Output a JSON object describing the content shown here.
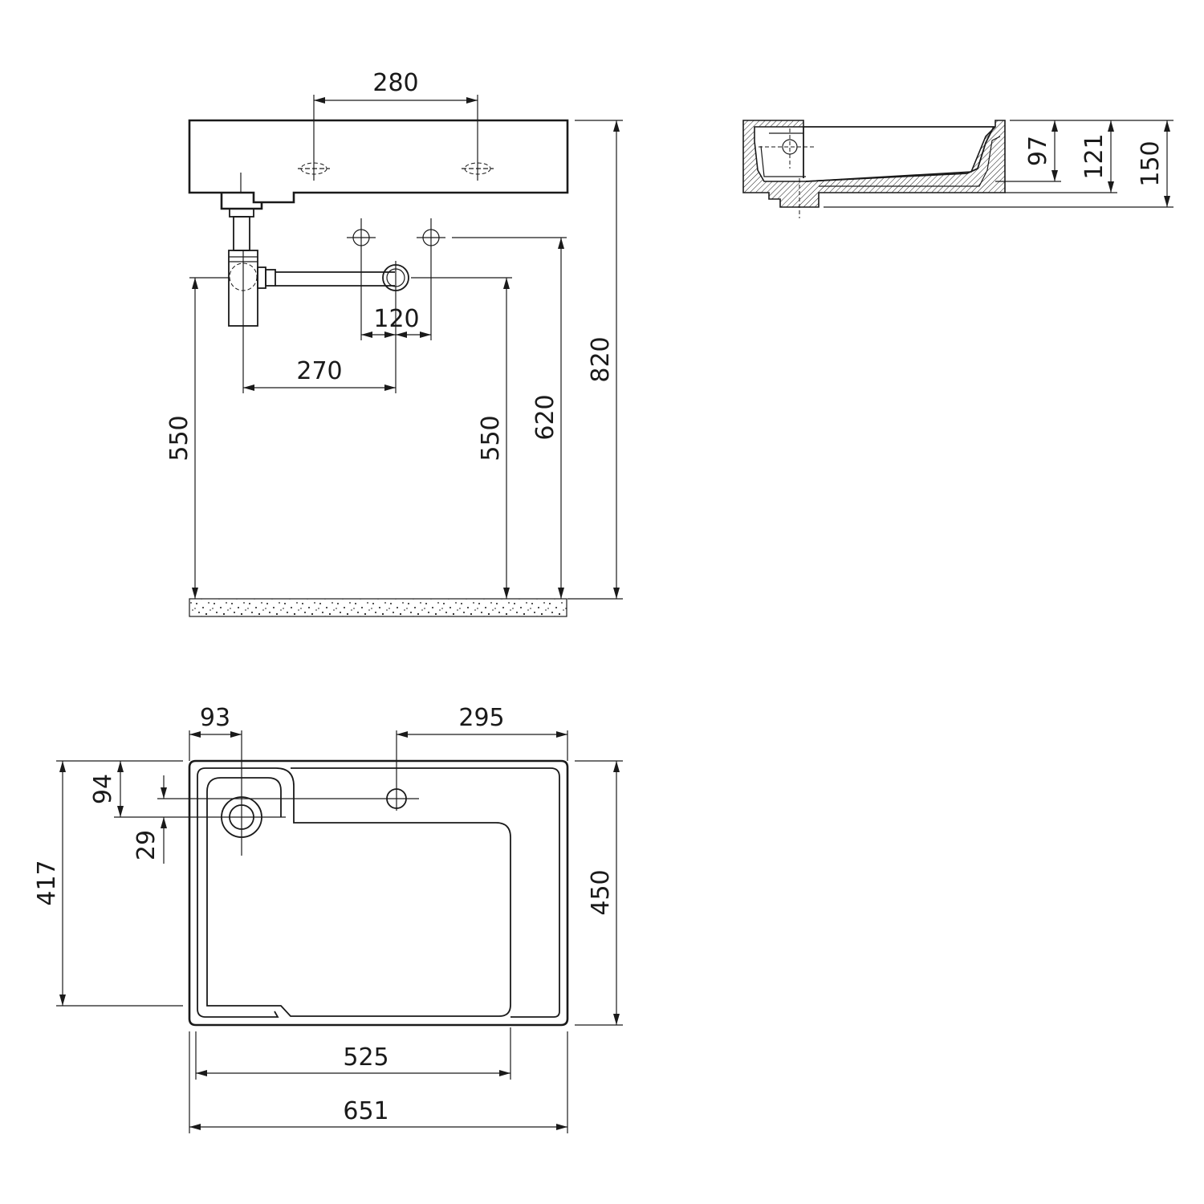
{
  "drawing": {
    "colors": {
      "line": "#1a1a1a",
      "background": "#ffffff"
    },
    "dimensions": {
      "front": {
        "tap_spacing": "280",
        "outlet_spacing": "120",
        "trap_to_wall": "270",
        "trap_height_left": "550",
        "trap_height_right": "550",
        "tap_pipe_height": "620",
        "total_height": "820"
      },
      "side": {
        "depth_inner": "97",
        "depth_mid": "121",
        "depth_total": "150"
      },
      "top": {
        "drain_from_left": "93",
        "tap_from_right": "295",
        "drain_from_back": "94",
        "drain_offset": "29",
        "basin_depth": "417",
        "total_depth": "450",
        "basin_width": "525",
        "total_width": "651"
      }
    }
  }
}
